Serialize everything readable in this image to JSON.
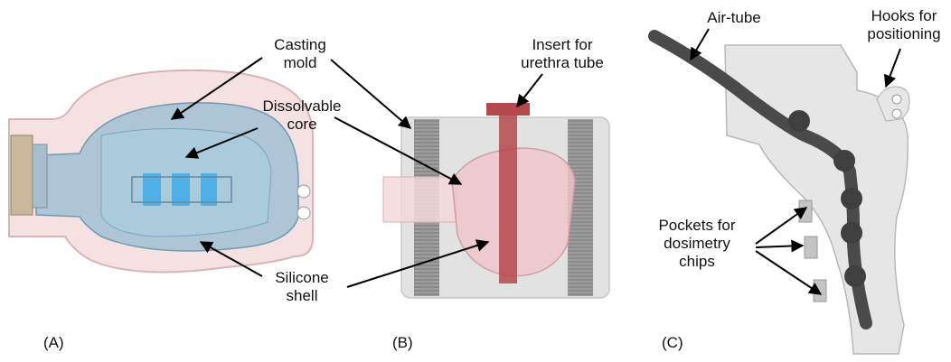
{
  "panels": [
    {
      "tag": "(A)",
      "labels": {
        "casting_mold": "Casting\nmold",
        "dissolvable_core": "Dissolvable\ncore",
        "silicone_shell": "Silicone\nshell"
      }
    },
    {
      "tag": "(B)",
      "labels": {
        "insert_urethra": "Insert for\nurethra tube"
      }
    },
    {
      "tag": "(C)",
      "labels": {
        "air_tube": "Air-tube",
        "hooks": "Hooks for\npositioning",
        "pockets": "Pockets for\ndosimetry\nchips"
      }
    }
  ],
  "colors": {
    "mold_pink": "#f2d6d8",
    "core_blue": "#8fb9cf",
    "urethra_red": "#b5484c",
    "tube_dark": "#4a4a4a",
    "gray_part": "#d9d9d9"
  }
}
